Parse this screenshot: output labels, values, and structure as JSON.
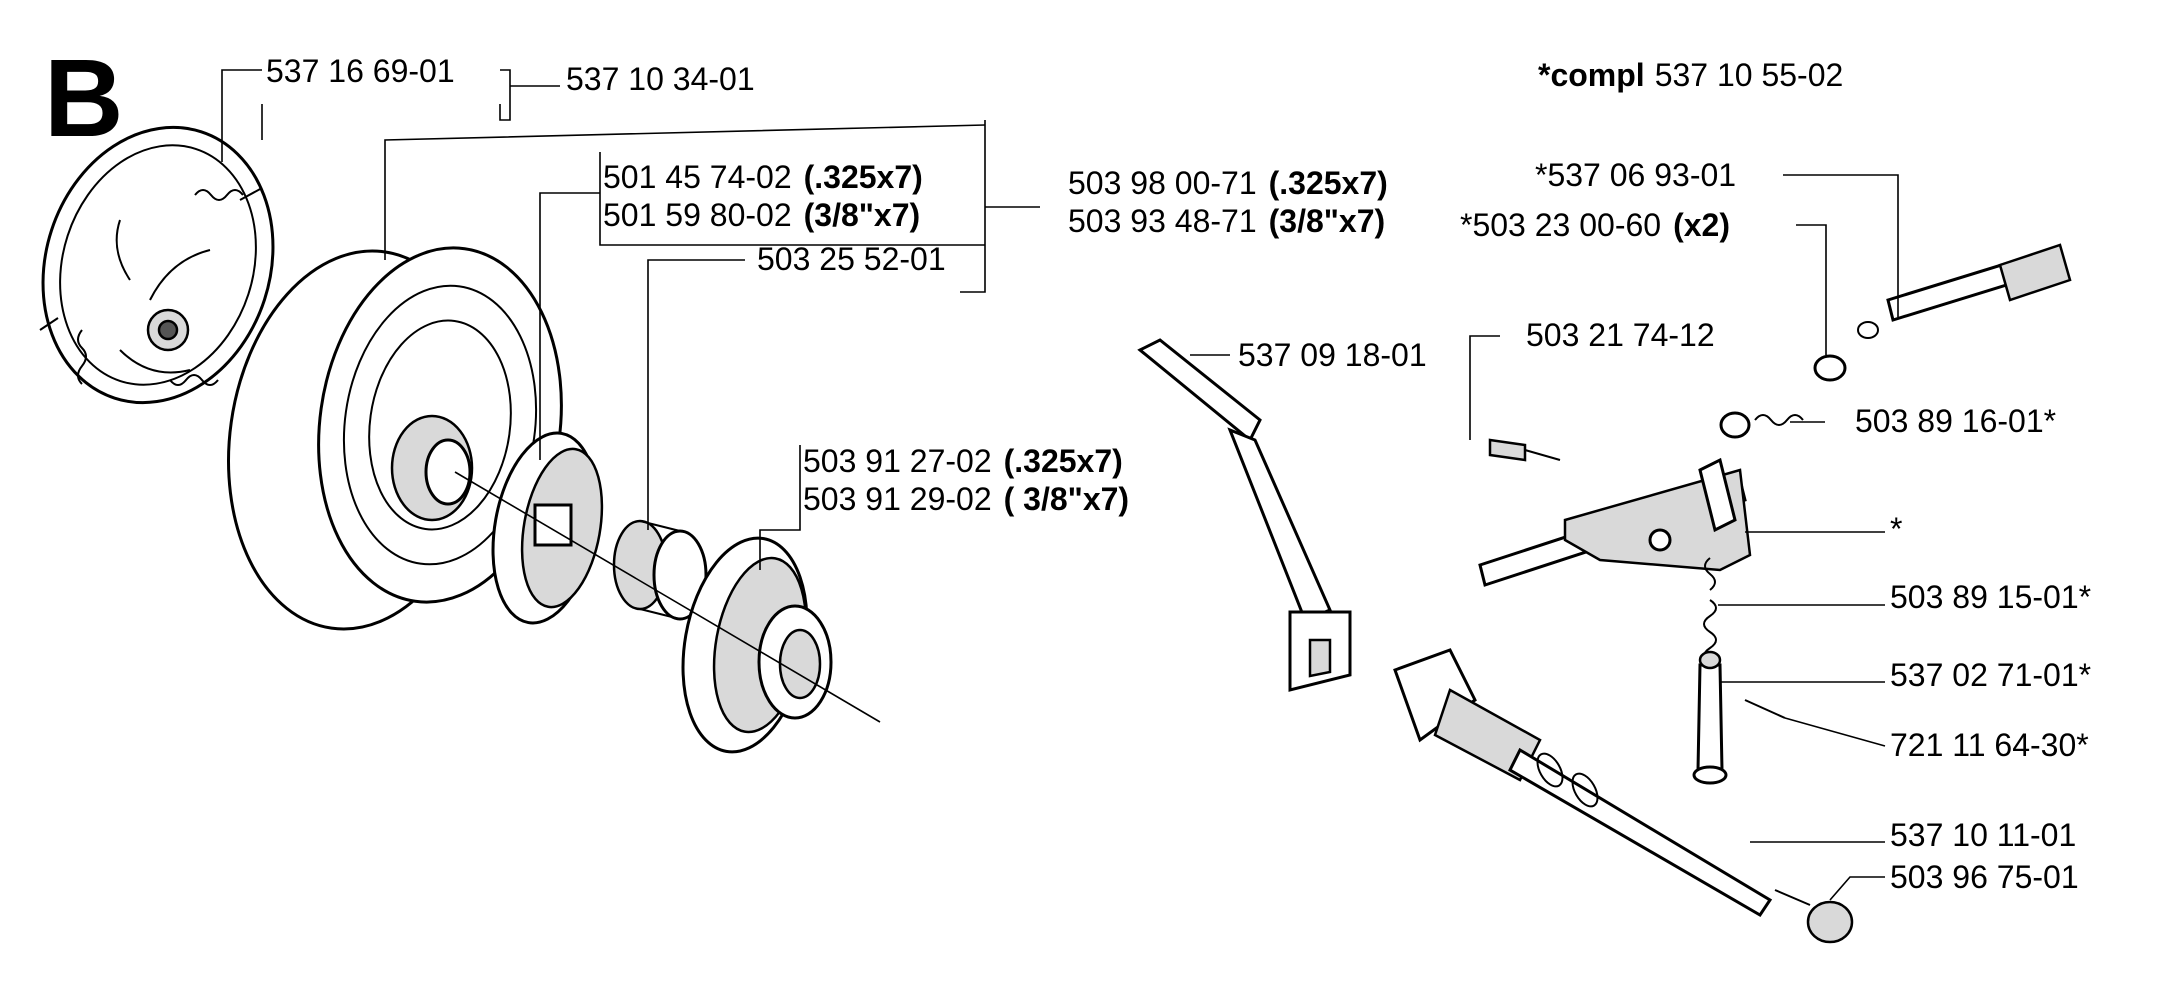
{
  "section_letter": "B",
  "header": {
    "prefix": "*compl",
    "number": "537 10 55-02"
  },
  "labels": {
    "l01": {
      "num": "537 16 69-01"
    },
    "l02": {
      "num": "537 10 34-01"
    },
    "l03": {
      "num": "501 45 74-02",
      "spec": "(.325x7)"
    },
    "l04": {
      "num": "501 59 80-02",
      "spec": "(3/8\"x7)"
    },
    "l05": {
      "num": "503 98 00-71",
      "spec": "(.325x7)"
    },
    "l06": {
      "num": "503 93 48-71",
      "spec": "(3/8\"x7)"
    },
    "l07": {
      "num": "503 25 52-01"
    },
    "l08": {
      "num": "503 91 27-02",
      "spec": "(.325x7)"
    },
    "l09": {
      "num": "503 91 29-02",
      "spec": "( 3/8\"x7)"
    },
    "l10": {
      "num": "537 09 18-01"
    },
    "l11": {
      "num": "503 21 74-12"
    },
    "l12": {
      "num": "*537 06 93-01"
    },
    "l13": {
      "num": "*503 23 00-60",
      "spec": "(x2)"
    },
    "l14": {
      "num": "503 89 16-01*"
    },
    "l15": {
      "num": "*"
    },
    "l16": {
      "num": "503 89 15-01*"
    },
    "l17": {
      "num": "537 02 71-01*"
    },
    "l18": {
      "num": "721 11 64-30*"
    },
    "l19": {
      "num": "537 10 11-01"
    },
    "l20": {
      "num": "503 96 75-01"
    }
  }
}
